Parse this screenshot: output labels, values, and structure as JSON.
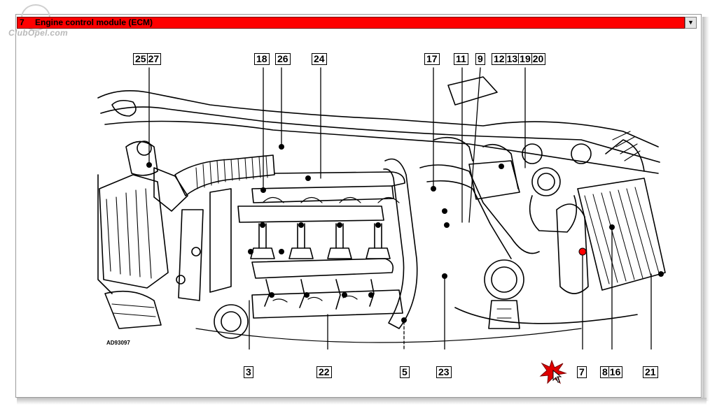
{
  "selector": {
    "number": "7",
    "title": "Engine control module (ECM)",
    "dropdown_icon": "chevron-down-icon"
  },
  "watermark": "ClubOpel.com",
  "diagram": {
    "code": "AD93097",
    "labels": [
      [
        "25",
        "27"
      ],
      [
        "18"
      ],
      [
        "26"
      ],
      [
        "24"
      ],
      [
        "17"
      ],
      [
        "11"
      ],
      [
        "9"
      ],
      [
        "12",
        "13",
        "19",
        "20"
      ],
      [
        "3"
      ],
      [
        "22"
      ],
      [
        "5"
      ],
      [
        "23"
      ],
      [
        "7"
      ],
      [
        "8",
        "16"
      ],
      [
        "21"
      ]
    ],
    "highlight_color": "#ff0000"
  },
  "cursor_icon": "star-burst-cursor-icon"
}
